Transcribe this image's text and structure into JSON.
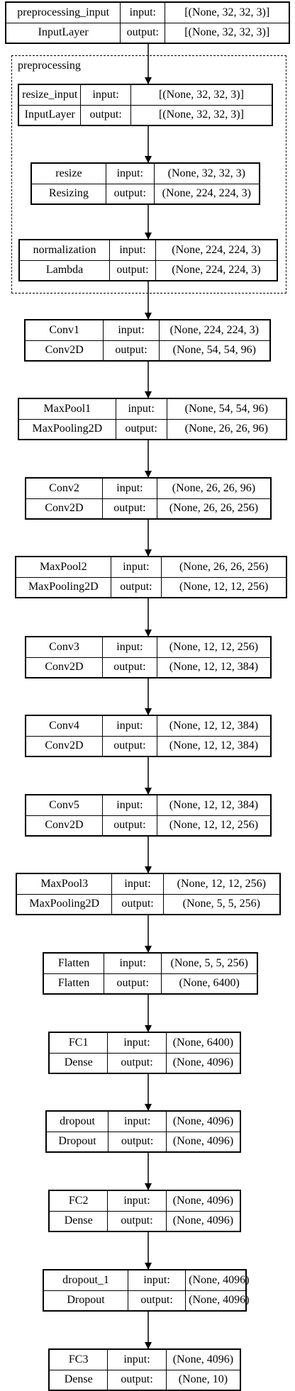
{
  "cluster": {
    "label": "preprocessing"
  },
  "port_labels": {
    "input": "input:",
    "output": "output:"
  },
  "layers": [
    {
      "name": "preprocessing_input",
      "type": "InputLayer",
      "input": "[(None, 32, 32, 3)]",
      "output": "[(None, 32, 32, 3)]"
    },
    {
      "name": "resize_input",
      "type": "InputLayer",
      "input": "[(None, 32, 32, 3)]",
      "output": "[(None, 32, 32, 3)]"
    },
    {
      "name": "resize",
      "type": "Resizing",
      "input": "(None, 32, 32, 3)",
      "output": "(None, 224, 224, 3)"
    },
    {
      "name": "normalization",
      "type": "Lambda",
      "input": "(None, 224, 224, 3)",
      "output": "(None, 224, 224, 3)"
    },
    {
      "name": "Conv1",
      "type": "Conv2D",
      "input": "(None, 224, 224, 3)",
      "output": "(None, 54, 54, 96)"
    },
    {
      "name": "MaxPool1",
      "type": "MaxPooling2D",
      "input": "(None, 54, 54, 96)",
      "output": "(None, 26, 26, 96)"
    },
    {
      "name": "Conv2",
      "type": "Conv2D",
      "input": "(None, 26, 26, 96)",
      "output": "(None, 26, 26, 256)"
    },
    {
      "name": "MaxPool2",
      "type": "MaxPooling2D",
      "input": "(None, 26, 26, 256)",
      "output": "(None, 12, 12, 256)"
    },
    {
      "name": "Conv3",
      "type": "Conv2D",
      "input": "(None, 12, 12, 256)",
      "output": "(None, 12, 12, 384)"
    },
    {
      "name": "Conv4",
      "type": "Conv2D",
      "input": "(None, 12, 12, 384)",
      "output": "(None, 12, 12, 384)"
    },
    {
      "name": "Conv5",
      "type": "Conv2D",
      "input": "(None, 12, 12, 384)",
      "output": "(None, 12, 12, 256)"
    },
    {
      "name": "MaxPool3",
      "type": "MaxPooling2D",
      "input": "(None, 12, 12, 256)",
      "output": "(None, 5, 5, 256)"
    },
    {
      "name": "Flatten",
      "type": "Flatten",
      "input": "(None, 5, 5, 256)",
      "output": "(None, 6400)"
    },
    {
      "name": "FC1",
      "type": "Dense",
      "input": "(None, 6400)",
      "output": "(None, 4096)"
    },
    {
      "name": "dropout",
      "type": "Dropout",
      "input": "(None, 4096)",
      "output": "(None, 4096)"
    },
    {
      "name": "FC2",
      "type": "Dense",
      "input": "(None, 4096)",
      "output": "(None, 4096)"
    },
    {
      "name": "dropout_1",
      "type": "Dropout",
      "input": "(None, 4096)",
      "output": "(None, 4096)"
    },
    {
      "name": "FC3",
      "type": "Dense",
      "input": "(None, 4096)",
      "output": "(None, 10)"
    }
  ]
}
